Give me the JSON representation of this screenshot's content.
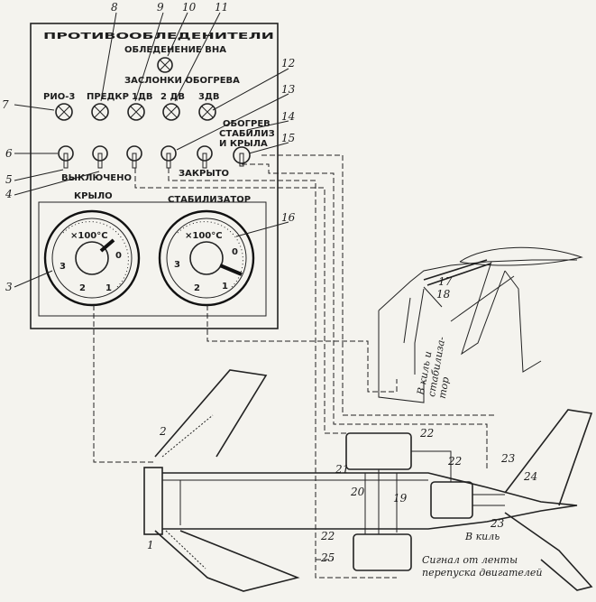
{
  "panel": {
    "title": "ПРОТИВООБЛЕДЕНИТЕЛИ",
    "vna_label": "ОБЛЕДЕНЕНИЕ ВНА",
    "flaps_label": "ЗАСЛОНКИ ОБОГРЕВА",
    "lamp_labels": [
      "РИО-3",
      "ПРЕДКР",
      "1ДВ",
      "2 ДВ",
      "3ДВ"
    ],
    "heat_label": [
      "ОБОГРЕВ",
      "СТАБИЛИЗ",
      "И КРЫЛА"
    ],
    "off_label": "ВЫКЛЮЧЕНО",
    "closed_label": "ЗАКРЫТО"
  },
  "gauges": {
    "left_title": "КРЫЛО",
    "right_title": "СТАБИЛИЗАТОР",
    "unit": "×100°C",
    "scale": [
      "0",
      "1",
      "2",
      "3"
    ]
  },
  "callouts": [
    "1",
    "2",
    "3",
    "4",
    "5",
    "6",
    "7",
    "8",
    "9",
    "10",
    "11",
    "12",
    "13",
    "14",
    "15",
    "16",
    "17",
    "18",
    "19",
    "20",
    "21",
    "22",
    "23",
    "24",
    "25"
  ],
  "captions": {
    "keel_stab": [
      "В киль и",
      "стабилиза-",
      "тор"
    ],
    "keel": "В киль",
    "signal": [
      "Сигнал от ленты",
      "перепуска двигателей"
    ]
  }
}
